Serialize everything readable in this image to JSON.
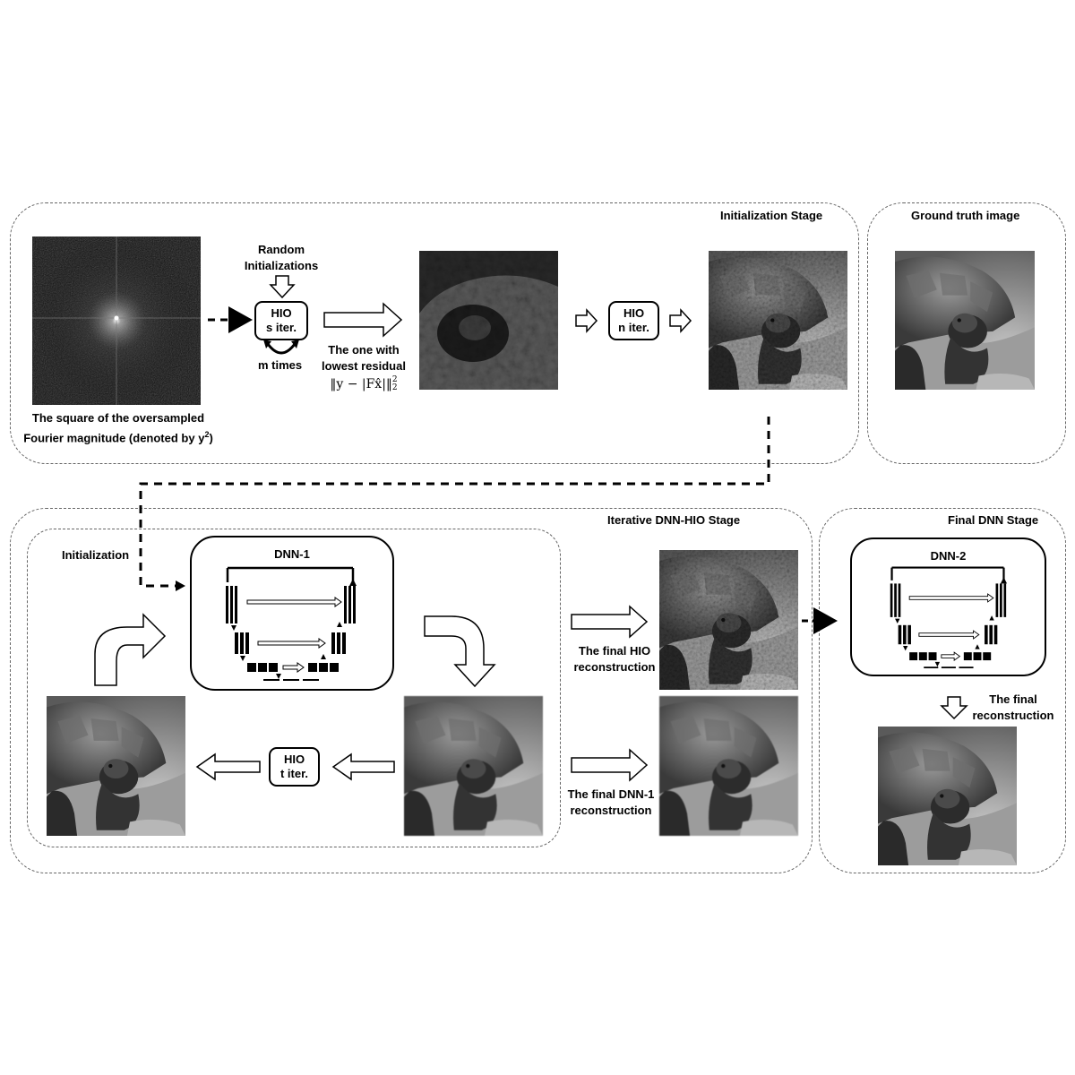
{
  "initialization_stage": {
    "title": "Initialization Stage",
    "fourier_caption_line1": "The square of  the oversampled",
    "fourier_caption_line2": "Fourier magnitude (denoted by y",
    "fourier_caption_sup": "2",
    "fourier_caption_end": ")",
    "random_init_line1": "Random",
    "random_init_line2": "Initializations",
    "hio_s_line1": "HIO",
    "hio_s_line2": "s iter.",
    "m_times": "m times",
    "lowest_line1": "The one with",
    "lowest_line2": "lowest residual",
    "residual_formula": "‖y − |Fx̂|‖",
    "residual_sup": "2",
    "residual_sub": "2",
    "hio_n_line1": "HIO",
    "hio_n_line2": "n iter."
  },
  "ground_truth": {
    "title": "Ground truth image"
  },
  "iterative_stage": {
    "title": "Iterative DNN-HIO Stage",
    "initialization_label": "Initialization",
    "dnn1_title": "DNN-1",
    "hio_t_line1": "HIO",
    "hio_t_line2": "t iter.",
    "final_hio_line1": "The final HIO",
    "final_hio_line2": "reconstruction",
    "final_dnn1_line1": "The final DNN-1",
    "final_dnn1_line2": "reconstruction"
  },
  "final_dnn_stage": {
    "title": "Final DNN Stage",
    "dnn2_title": "DNN-2",
    "final_recon_line1": "The final",
    "final_recon_line2": "reconstruction"
  },
  "colors": {
    "line": "#000000",
    "dashed_border": "#666666",
    "background": "#ffffff"
  },
  "icons": [
    "fourier-magnitude-image",
    "tortoise-image",
    "hollow-arrow",
    "curved-arrow",
    "unet-diagram"
  ]
}
